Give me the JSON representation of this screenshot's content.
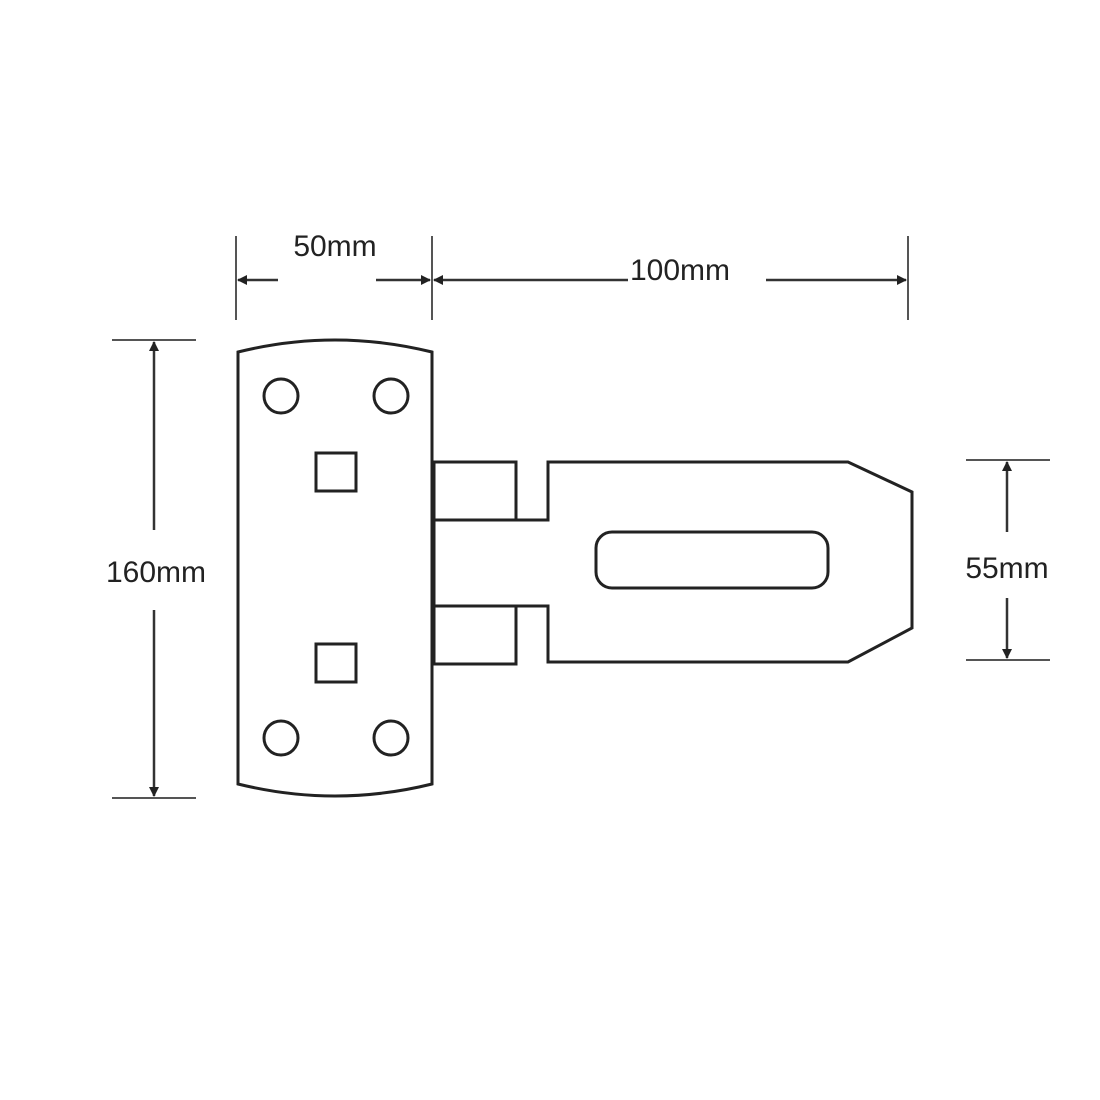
{
  "diagram": {
    "subject": "hasp and staple technical drawing",
    "colors": {
      "line": "#222222",
      "background": "#ffffff"
    },
    "dimensions": {
      "plate_width": "50mm",
      "hasp_length": "100mm",
      "plate_height": "160mm",
      "hasp_width": "55mm"
    }
  }
}
